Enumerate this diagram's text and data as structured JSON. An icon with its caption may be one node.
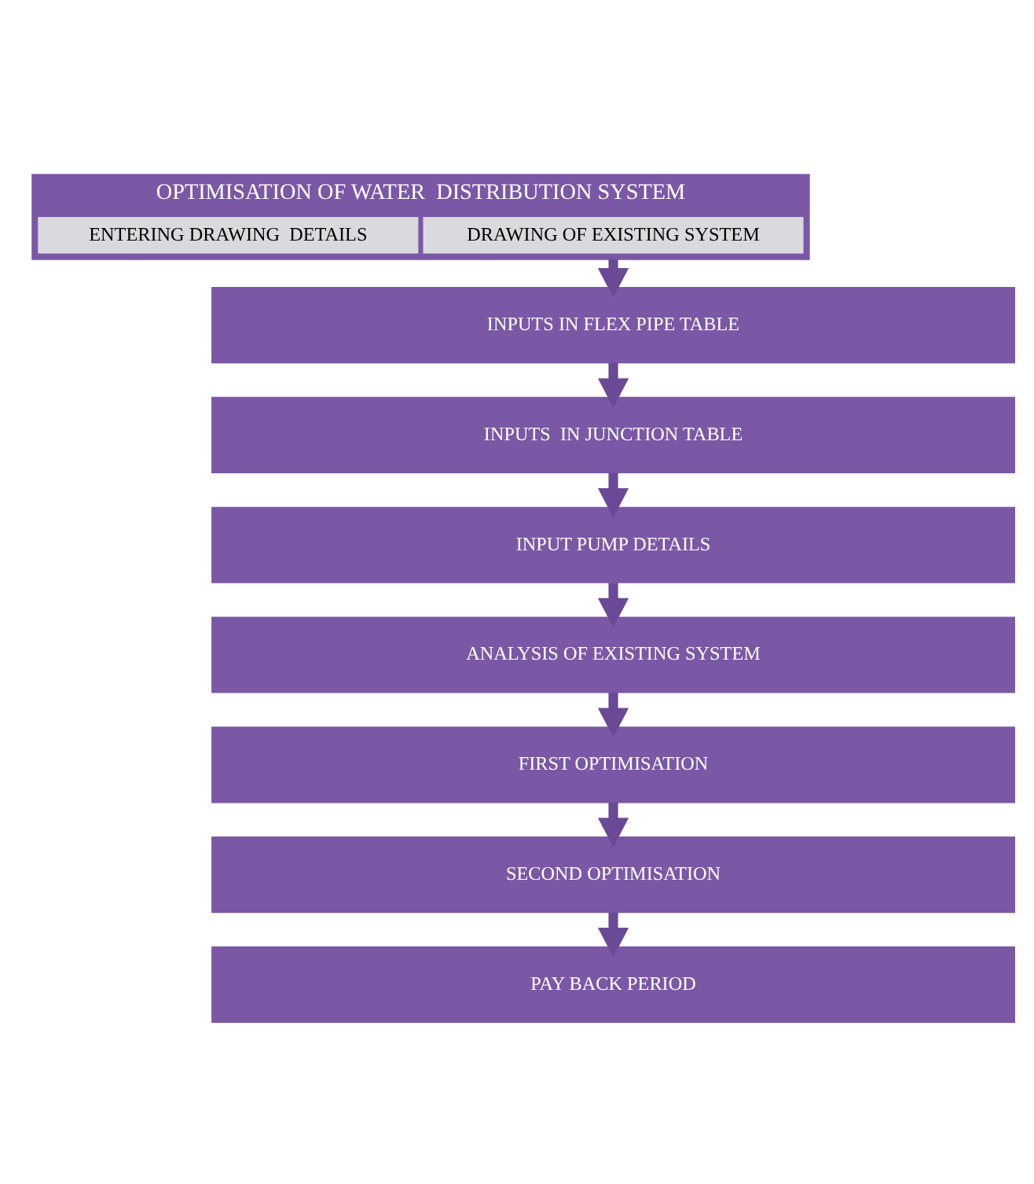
{
  "diagram": {
    "nodes": [
      {
        "text": [
          "OPTIMISATION OF WATER  DISTRIBUTION SYSTEM"
        ]
      },
      {
        "text": [
          "DRAWING OF EXISTING SYSTEM"
        ],
        "in": 0
      },
      {
        "text": [
          "ENTERING DRAWING  DETAILS"
        ],
        "in": 0
      },
      {
        "text": [
          "INPUTS IN FLEX PIPE TABLE"
        ]
      },
      {
        "text": [
          "INPUTS  IN JUNCTION TABLE"
        ]
      },
      {
        "text": [
          "INPUT PUMP DETAILS"
        ]
      },
      {
        "text": [
          "ANALYSIS OF EXISTING SYSTEM"
        ]
      },
      {
        "text": [
          "FIRST OPTIMISATION"
        ]
      },
      {
        "text": [
          "SECOND OPTIMISATION"
        ]
      },
      {
        "text": [
          "PAY BACK PERIOD"
        ]
      }
    ],
    "edges": [
      {
        "from": 0,
        "to": 3,
        "arrow": "to"
      },
      {
        "from": 3,
        "to": 4,
        "arrow": "to"
      },
      {
        "from": 4,
        "to": 5,
        "arrow": "to"
      },
      {
        "from": 5,
        "to": 6,
        "arrow": "to"
      },
      {
        "from": 6,
        "to": 7,
        "arrow": "to"
      },
      {
        "from": 7,
        "to": 8,
        "arrow": "to"
      },
      {
        "from": 8,
        "to": 9,
        "arrow": "to"
      }
    ]
  }
}
